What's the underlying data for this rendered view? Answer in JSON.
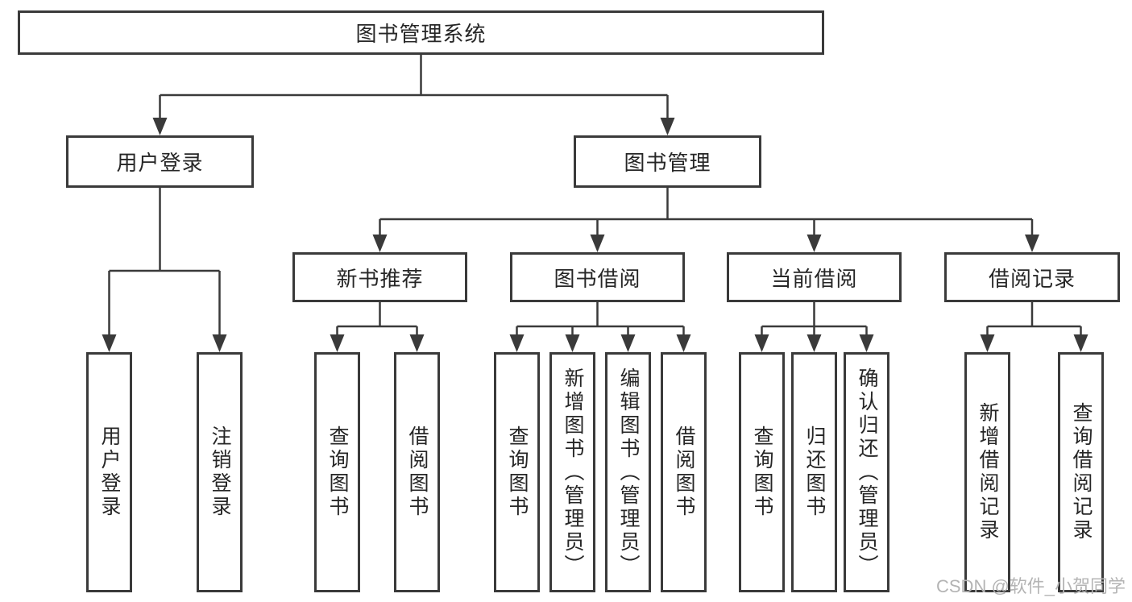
{
  "colors": {
    "line": "#3a3a3a",
    "text": "#262626",
    "watermark": "#b4b4b4",
    "background": "#ffffff"
  },
  "nodes": {
    "root": {
      "label": "图书管理系统"
    },
    "userLogin": {
      "label": "用户登录"
    },
    "bookMgmt": {
      "label": "图书管理"
    },
    "newBookRec": {
      "label": "新书推荐"
    },
    "bookBorrow": {
      "label": "图书借阅"
    },
    "currentBorrow": {
      "label": "当前借阅"
    },
    "borrowRecords": {
      "label": "借阅记录"
    },
    "leafUserLogin": {
      "label": "用户登录"
    },
    "leafLogout": {
      "label": "注销登录"
    },
    "leafQueryBooksA": {
      "label": "查询图书"
    },
    "leafBorrowBooksA": {
      "label": "借阅图书"
    },
    "leafQueryBooksB": {
      "label": "查询图书"
    },
    "leafAddBook": {
      "label": "新增图书（管理员）"
    },
    "leafEditBook": {
      "label": "编辑图书（管理员）"
    },
    "leafBorrowBooksB": {
      "label": "借阅图书"
    },
    "leafQueryBooksC": {
      "label": "查询图书"
    },
    "leafReturnBook": {
      "label": "归还图书"
    },
    "leafConfirmReturn": {
      "label": "确认归还（管理员）"
    },
    "leafAddBorrowRecord": {
      "label": "新增借阅记录"
    },
    "leafQueryBorrowRecord": {
      "label": "查询借阅记录"
    }
  },
  "watermark": {
    "text": "CSDN @软件_小贺同学"
  }
}
